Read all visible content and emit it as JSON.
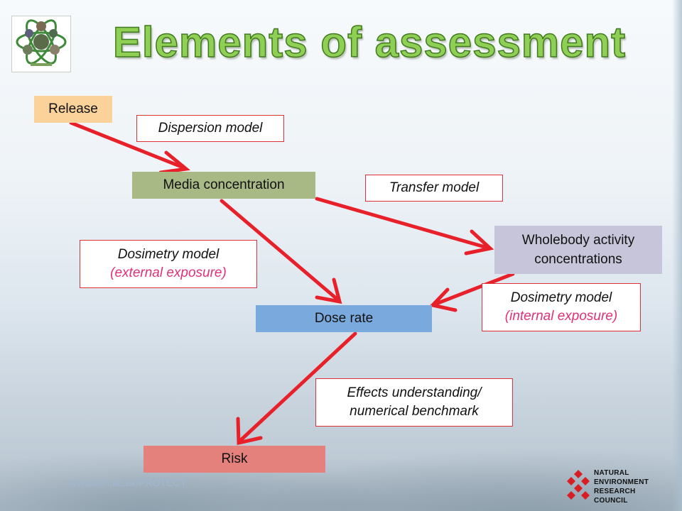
{
  "title": "Elements of assessment",
  "nodes": {
    "release": "Release",
    "media": "Media concentration",
    "wholebody_line1": "Wholebody activity",
    "wholebody_line2": "concentrations",
    "dose": "Dose rate",
    "risk": "Risk"
  },
  "labels": {
    "dispersion": "Dispersion model",
    "transfer": "Transfer model",
    "dosimetry_external_line1": "Dosimetry model",
    "dosimetry_external_line2": "(external exposure)",
    "dosimetry_internal_line1": "Dosimetry model",
    "dosimetry_internal_line2": "(internal exposure)",
    "effects_line1": "Effects understanding/",
    "effects_line2": "numerical benchmark"
  },
  "footer": {
    "url": "www.ceh.ac.uk/PROTECT",
    "nerc_line1": "NATURAL",
    "nerc_line2": "ENVIRONMENT",
    "nerc_line3": "RESEARCH COUNCIL"
  },
  "colors": {
    "title": "#8fcf55",
    "arrow": "#e8202a",
    "release": "#fbd29a",
    "media": "#a9b986",
    "wholebody": "#c7c5d9",
    "dose": "#7aaadd",
    "risk": "#e4817c",
    "label_border": "#e0303a",
    "label_subtext": "#e0307a"
  },
  "icons": [
    "project-logo-icon",
    "nerc-logo-icon"
  ]
}
